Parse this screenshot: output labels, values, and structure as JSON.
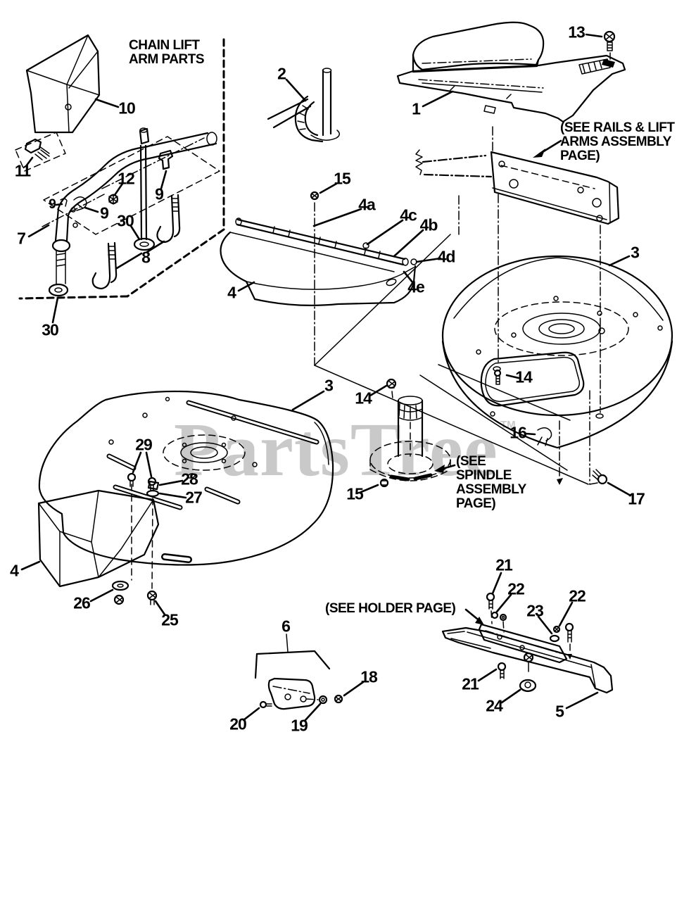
{
  "diagram": {
    "inset_title_line1": "CHAIN LIFT",
    "inset_title_line2": "ARM PARTS",
    "note_rails_line1": "(SEE RAILS & LIFT",
    "note_rails_line2": "ARMS ASSEMBLY",
    "note_rails_line3": "PAGE)",
    "note_spindle_line1": "(SEE",
    "note_spindle_line2": "SPINDLE",
    "note_spindle_line3": "ASSEMBLY",
    "note_spindle_line4": "PAGE)",
    "note_holder": "(SEE HOLDER PAGE)",
    "watermark": "PartsTree",
    "watermark_tm": "TM",
    "colors": {
      "line": "#000000",
      "background": "#ffffff",
      "watermark": "#c9c9c9"
    }
  },
  "callouts": [
    {
      "label": "10"
    },
    {
      "label": "11"
    },
    {
      "label": "12"
    },
    {
      "label": "9"
    },
    {
      "label": "9"
    },
    {
      "label": "9"
    },
    {
      "label": "30"
    },
    {
      "label": "8"
    },
    {
      "label": "7"
    },
    {
      "label": "30"
    },
    {
      "label": "2"
    },
    {
      "label": "1"
    },
    {
      "label": "13"
    },
    {
      "label": "15"
    },
    {
      "label": "4a"
    },
    {
      "label": "4c"
    },
    {
      "label": "4b"
    },
    {
      "label": "4d"
    },
    {
      "label": "4e"
    },
    {
      "label": "4"
    },
    {
      "label": "3"
    },
    {
      "label": "14"
    },
    {
      "label": "16"
    },
    {
      "label": "17"
    },
    {
      "label": "3"
    },
    {
      "label": "14"
    },
    {
      "label": "15"
    },
    {
      "label": "29"
    },
    {
      "label": "28"
    },
    {
      "label": "27"
    },
    {
      "label": "26"
    },
    {
      "label": "25"
    },
    {
      "label": "4"
    },
    {
      "label": "6"
    },
    {
      "label": "20"
    },
    {
      "label": "19"
    },
    {
      "label": "18"
    },
    {
      "label": "21"
    },
    {
      "label": "22"
    },
    {
      "label": "23"
    },
    {
      "label": "22"
    },
    {
      "label": "21"
    },
    {
      "label": "24"
    },
    {
      "label": "5"
    }
  ]
}
